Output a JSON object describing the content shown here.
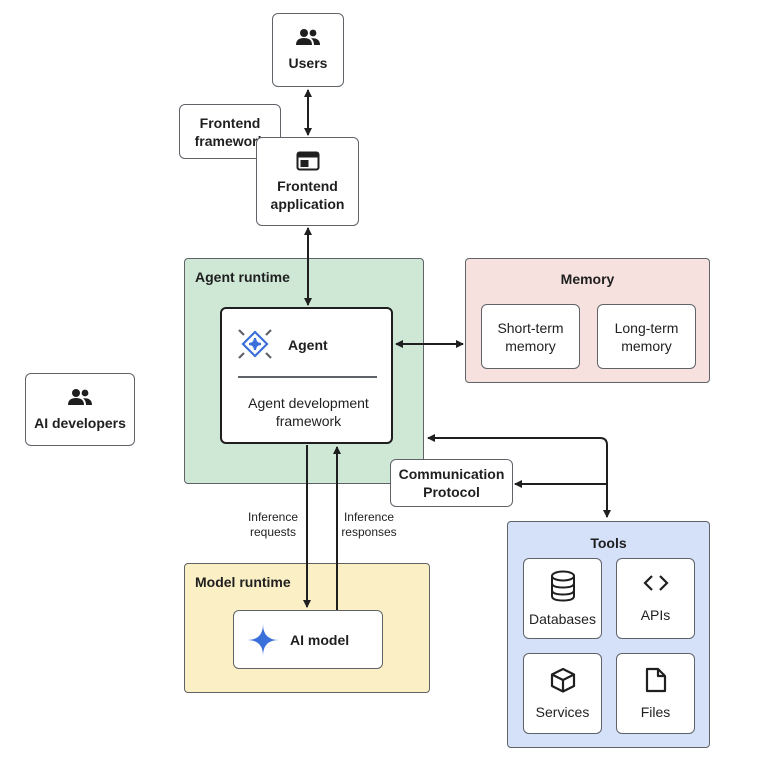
{
  "nodes": {
    "users": "Users",
    "frontend_framework": "Frontend framework",
    "frontend_application": "Frontend application",
    "ai_developers": "AI developers",
    "agent": "Agent",
    "agent_dev_framework": "Agent development framework",
    "short_term_memory": "Short-term memory",
    "long_term_memory": "Long-term memory",
    "communication_protocol": "Communication Protocol",
    "ai_model": "AI model",
    "databases": "Databases",
    "apis": "APIs",
    "services": "Services",
    "files": "Files"
  },
  "regions": {
    "agent_runtime": "Agent runtime",
    "memory": "Memory",
    "model_runtime": "Model runtime",
    "tools": "Tools"
  },
  "edge_labels": {
    "inference_requests": "Inference requests",
    "inference_responses": "Inference responses"
  },
  "colors": {
    "agent_runtime_bg": "#cfe8d6",
    "memory_bg": "#f6e1de",
    "model_runtime_bg": "#fbefc5",
    "tools_bg": "#d4e1f9",
    "line": "#1f1f1f",
    "agent_icon": "#3b6fd9",
    "gemini_icon": "#3b6fd9"
  }
}
